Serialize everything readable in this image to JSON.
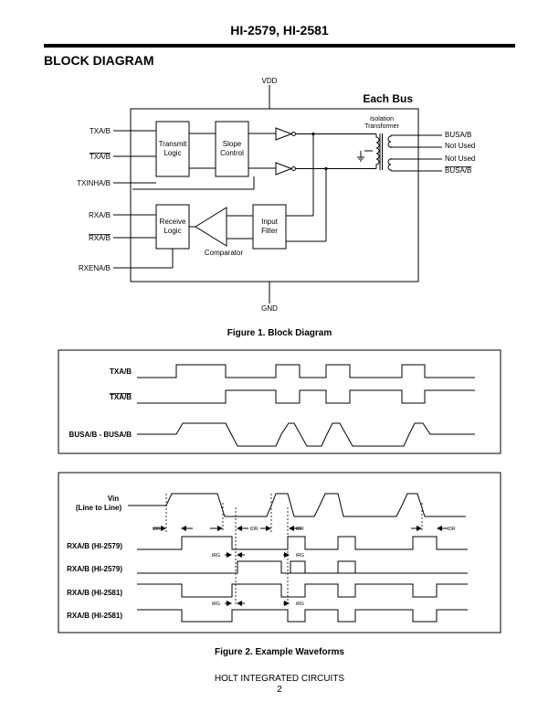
{
  "header": {
    "title": "HI-2579, HI-2581"
  },
  "section": {
    "title": "BLOCK DIAGRAM"
  },
  "block_diagram": {
    "vdd": "VDD",
    "gnd": "GND",
    "each_bus": "Each Bus",
    "transmit_logic": [
      "Transmit",
      "Logic"
    ],
    "slope_control": [
      "Slope",
      "Control"
    ],
    "receive_logic": [
      "Receive",
      "Logic"
    ],
    "input_filter": [
      "Input",
      "Filter"
    ],
    "comparator": "Comparator",
    "isolation_transformer": [
      "Isolation",
      "Transformer"
    ],
    "inputs": [
      "TXA/B",
      "TXA/B",
      "TXINHA/B",
      "RXA/B",
      "RXA/B",
      "RXENA/B"
    ],
    "outputs": [
      "BUSA/B",
      "Not Used",
      "Not Used",
      "BUSA/B"
    ]
  },
  "fig1_caption": "Figure 1.  Block Diagram",
  "waveforms_tx": {
    "labels": [
      "TXA/B",
      "TXA/B",
      "BUSA/B - BUSA/B"
    ]
  },
  "waveforms_rx": {
    "vin_label": [
      "Vin",
      "(Line to Line)"
    ],
    "labels": [
      "RXA/B  (HI-2579)",
      "RXA/B  (HI-2579)",
      "RXA/B  (HI-2581)",
      "RXA/B  (HI-2581)"
    ],
    "tdr": "tDR",
    "trg": "tRG"
  },
  "fig2_caption": "Figure 2.  Example Waveforms",
  "footer": {
    "company": "HOLT INTEGRATED CIRCUITS",
    "page": "2"
  }
}
